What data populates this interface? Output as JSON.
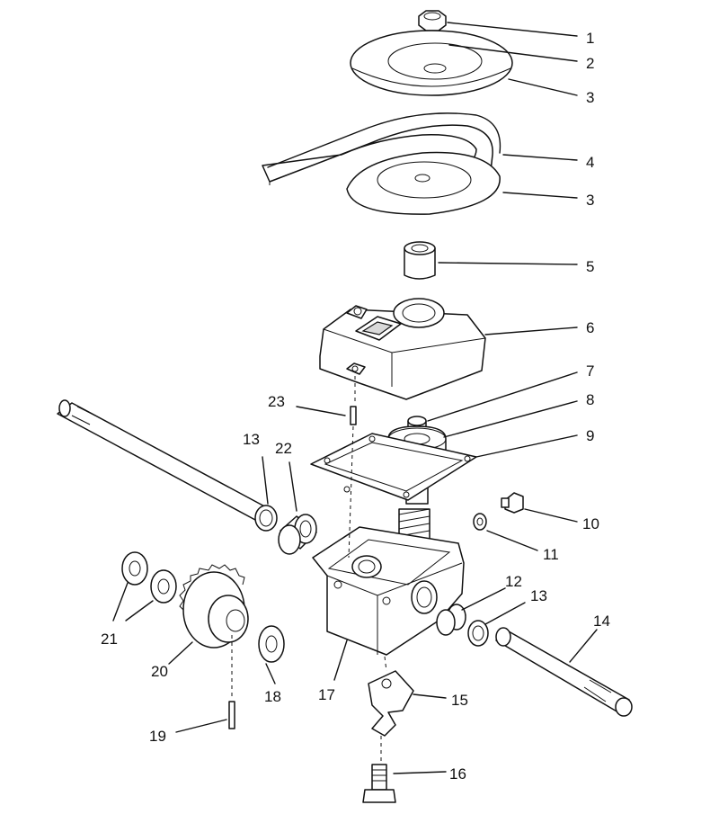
{
  "callouts": {
    "c1": "1",
    "c2": "2",
    "c3a": "3",
    "c4": "4",
    "c3b": "3",
    "c5": "5",
    "c6": "6",
    "c7": "7",
    "c8": "8",
    "c9": "9",
    "c10": "10",
    "c11": "11",
    "c12": "12",
    "c13a": "13",
    "c13b": "13",
    "c14": "14",
    "c15": "15",
    "c16": "16",
    "c17": "17",
    "c18": "18",
    "c19": "19",
    "c20": "20",
    "c21": "21",
    "c22": "22",
    "c23": "23"
  }
}
